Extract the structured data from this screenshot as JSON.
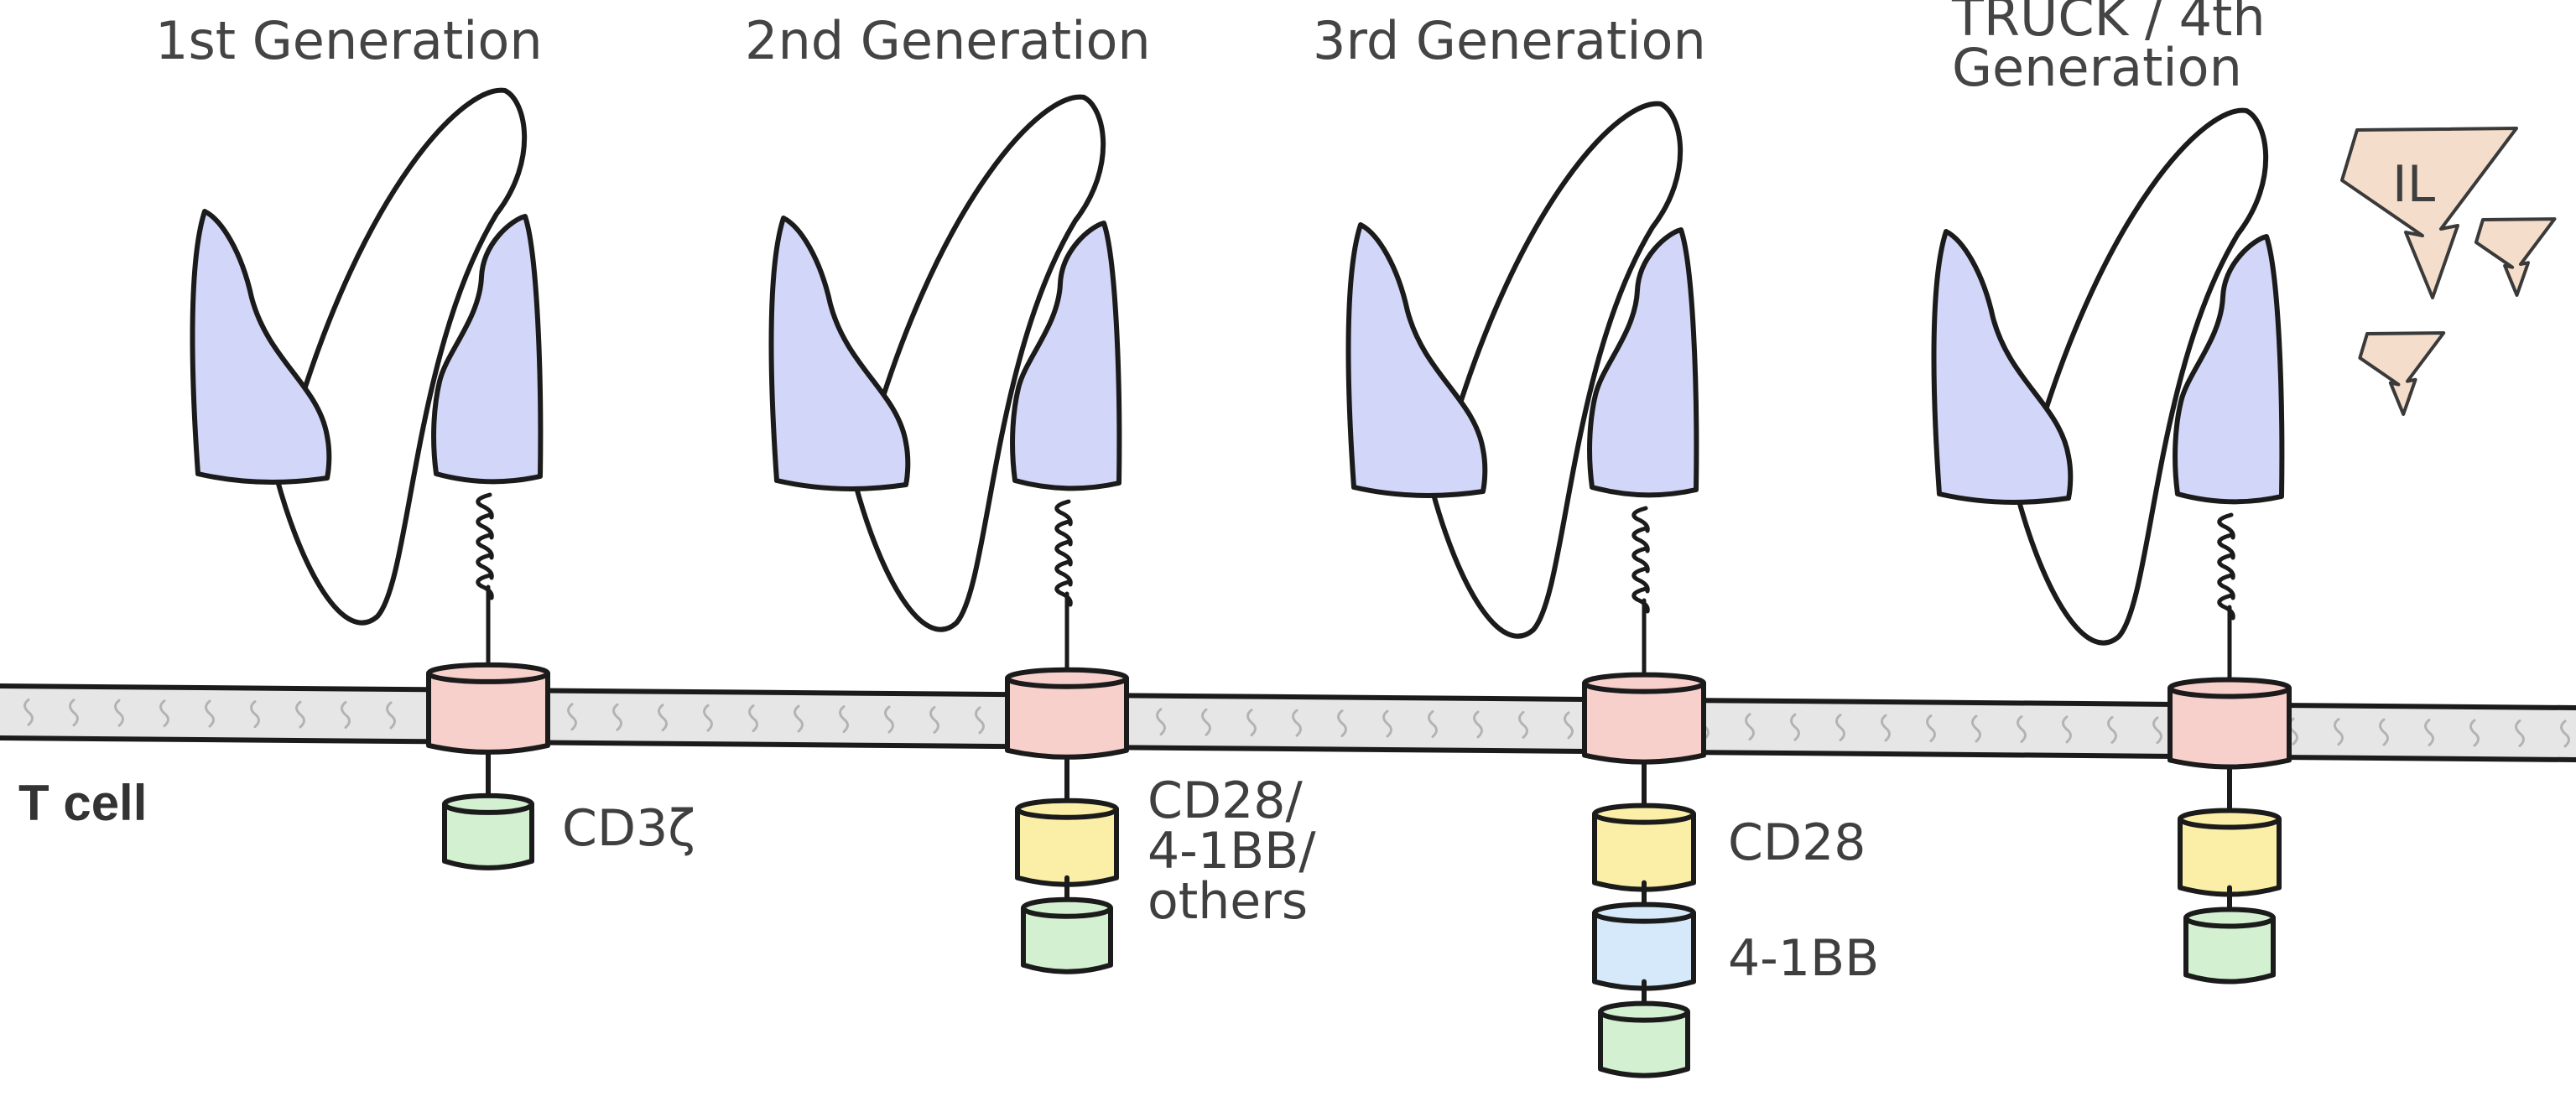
{
  "colors": {
    "scfv": "#d2d6f8",
    "transmembrane": "#f7cfcb",
    "cd3z": "#d3f0d1",
    "cd28": "#fbefa8",
    "costim2": "#d6e9fa",
    "membrane": "#e6e6e6",
    "interleukin": "#f4ddca",
    "outline": "#1b1b1b"
  },
  "membrane": {
    "label": "T cell"
  },
  "generations": [
    {
      "title": "1st Generation",
      "domains": [
        {
          "label": "CD3ζ",
          "color": "cd3z"
        }
      ]
    },
    {
      "title": "2nd Generation",
      "domains": [
        {
          "label": "CD28/\n4-1BB/\nothers",
          "color": "cd28"
        },
        {
          "label": "",
          "color": "cd3z"
        }
      ]
    },
    {
      "title": "3rd Generation",
      "domains": [
        {
          "label": "CD28",
          "color": "cd28"
        },
        {
          "label": "4-1BB",
          "color": "costim2"
        },
        {
          "label": "",
          "color": "cd3z"
        }
      ]
    },
    {
      "title": "TRUCK / 4th\nGeneration",
      "domains": [
        {
          "label": "",
          "color": "cd28"
        },
        {
          "label": "",
          "color": "cd3z"
        }
      ]
    }
  ],
  "interleukin": {
    "label": "IL",
    "icon": "lightning-bolt-icon"
  }
}
